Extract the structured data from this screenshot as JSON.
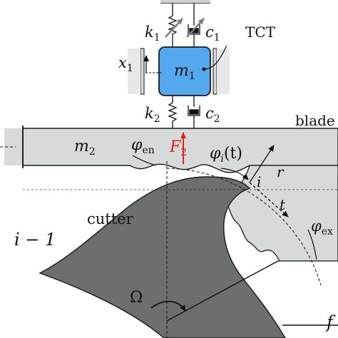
{
  "labels": {
    "k1": "k",
    "k1_sub": "1",
    "c1": "c",
    "c1_sub": "1",
    "tct": "TCT",
    "x1": "x",
    "x1_sub": "1",
    "m1": "m",
    "m1_sub": "1",
    "k2": "k",
    "k2_sub": "2",
    "c2": "c",
    "c2_sub": "2",
    "blade": "blade",
    "m2": "m",
    "m2_sub": "2",
    "phi_en": "φ",
    "phi_en_sub": "en",
    "F2": "F",
    "F2_sub": "2",
    "phi_i": "φ",
    "phi_i_sub": "i",
    "phi_i_arg": "(t)",
    "r": "r",
    "i": "i",
    "t": "t",
    "cutter": "cutter",
    "i_minus_1": "i − 1",
    "phi_ex": "φ",
    "phi_ex_sub": "ex",
    "omega": "Ω",
    "f_partial": "f"
  },
  "colors": {
    "mass_fill": "#55a8ee",
    "mass_stroke": "#1a1a1a",
    "force": "#e0201b",
    "cutter": "#6b6f6e",
    "blade": "#d7dadb",
    "arrow_gray": "#7a7f80"
  }
}
